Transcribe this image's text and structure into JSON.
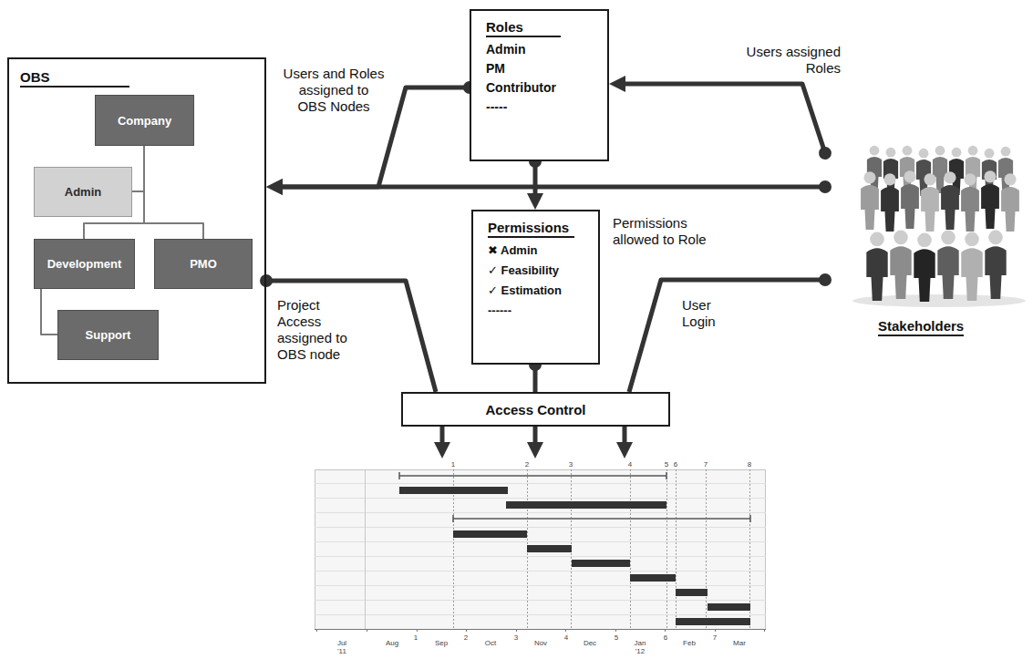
{
  "diagram": {
    "nodes": [
      {
        "text": [
          "OBS"
        ]
      },
      {
        "text": [
          "Company"
        ],
        "in": 0
      },
      {
        "text": [
          "Admin"
        ],
        "in": 0
      },
      {
        "text": [
          "Development"
        ],
        "in": 0
      },
      {
        "text": [
          "PMO"
        ],
        "in": 0
      },
      {
        "text": [
          "Support"
        ],
        "in": 0
      },
      {
        "text": [
          "Roles",
          "Admin",
          "PM",
          "Contributor",
          "-----"
        ]
      },
      {
        "text": [
          "Permissions",
          "✖ Admin",
          "✓ Feasibility",
          "✓ Estimation",
          "------"
        ]
      },
      {
        "text": [
          "Access Control"
        ]
      },
      {
        "text": [
          "Stakeholders"
        ]
      },
      {
        "text": [
          "1",
          "2",
          "3",
          "4",
          "5",
          "6",
          "7",
          "8",
          "Jul '11",
          "Aug",
          "1",
          "Sep",
          "2",
          "Oct",
          "3",
          "Nov",
          "4",
          "Dec",
          "5",
          "Jan '12",
          "6",
          "Feb",
          "7",
          "Mar"
        ]
      }
    ],
    "edges": [
      {
        "from": 1,
        "to": 2,
        "arrow": "none"
      },
      {
        "from": 1,
        "to": 3,
        "arrow": "none"
      },
      {
        "from": 1,
        "to": 4,
        "arrow": "none"
      },
      {
        "from": 3,
        "to": 5,
        "arrow": "none"
      },
      {
        "from": 9,
        "to": 6,
        "arrow": "to",
        "label": "Users assigned Roles"
      },
      {
        "from": 6,
        "to": 0,
        "arrow": "to",
        "label": "Users and Roles assigned to OBS Nodes"
      },
      {
        "from": 9,
        "to": 0,
        "arrow": "to"
      },
      {
        "from": 6,
        "to": 7,
        "arrow": "to",
        "label": "Permissions allowed to Role"
      },
      {
        "from": 0,
        "to": 8,
        "arrow": "none",
        "label": "Project Access assigned to OBS node"
      },
      {
        "from": 7,
        "to": 8,
        "arrow": "none"
      },
      {
        "from": 9,
        "to": 8,
        "arrow": "none",
        "label": "User Login"
      },
      {
        "from": 8,
        "to": 10,
        "arrow": "to"
      },
      {
        "from": 8,
        "to": 10,
        "arrow": "to"
      },
      {
        "from": 8,
        "to": 10,
        "arrow": "to"
      }
    ]
  }
}
